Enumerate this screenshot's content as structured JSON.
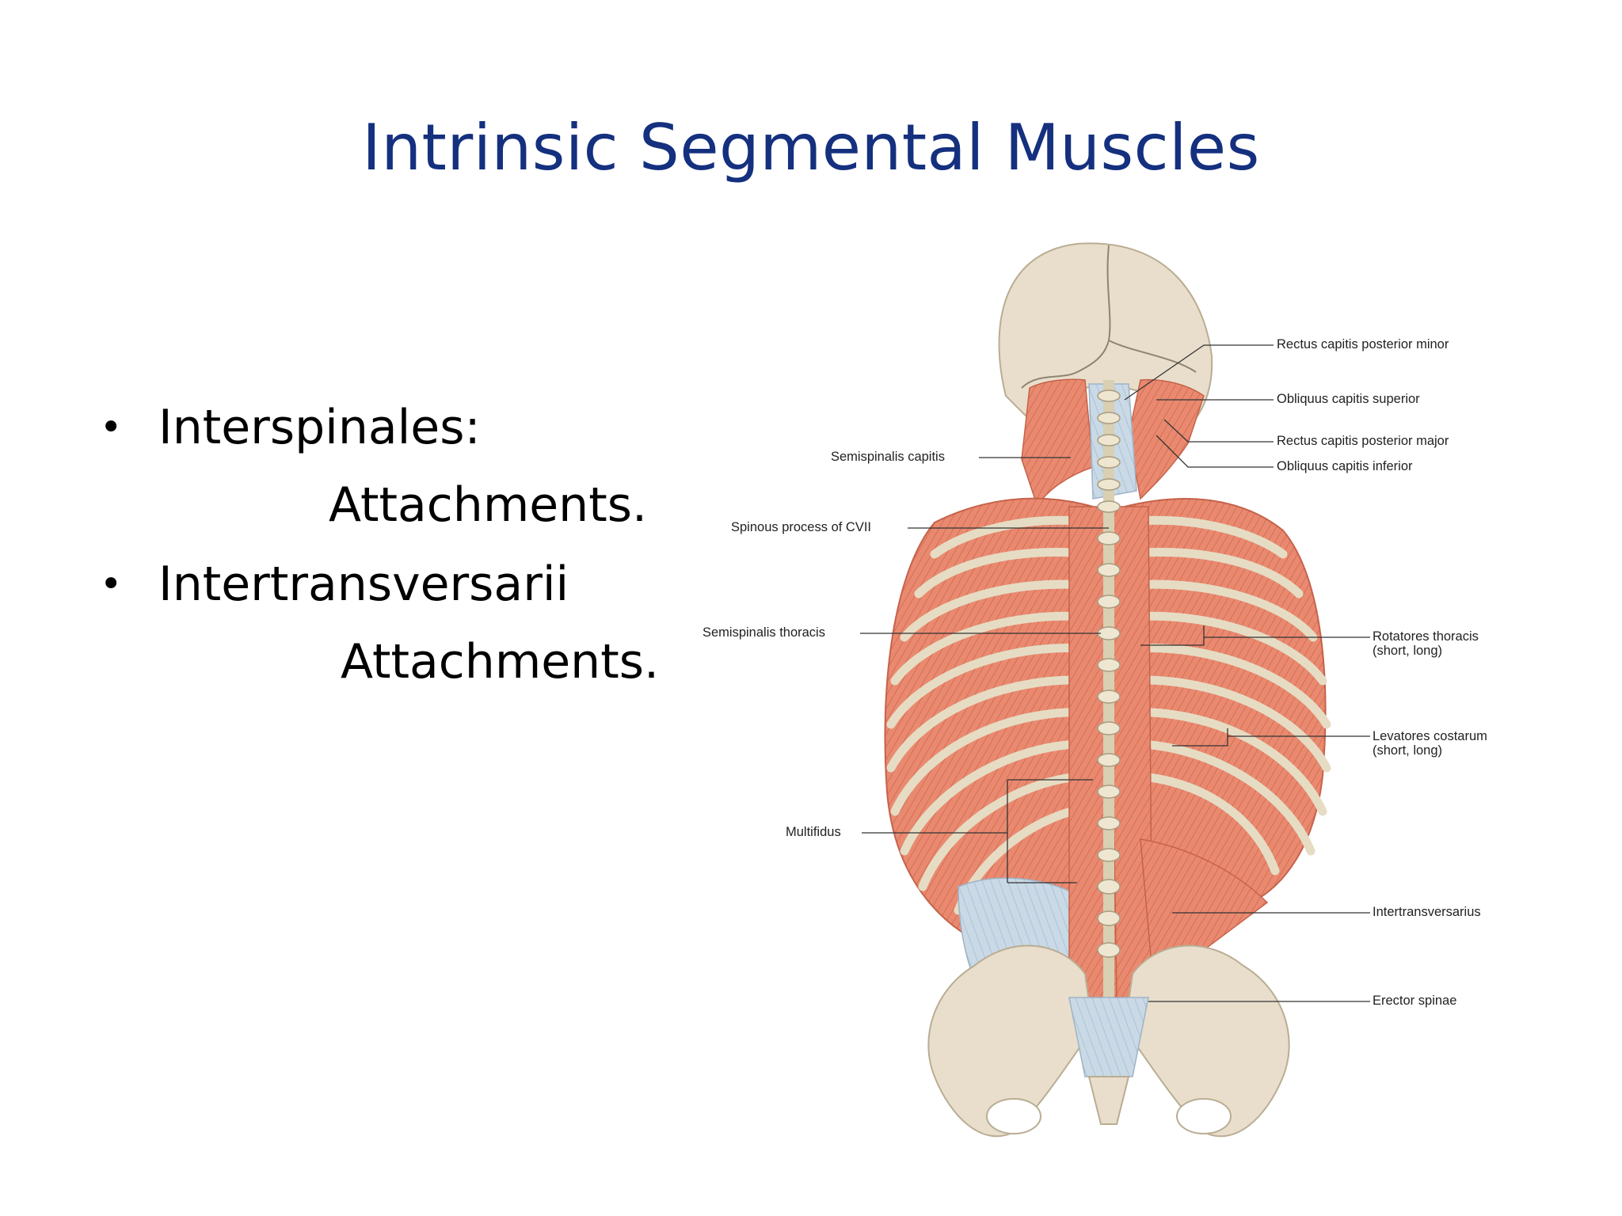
{
  "slide": {
    "title": "Intrinsic Segmental Muscles"
  },
  "bullets": [
    {
      "label": "Interspinales:",
      "sub": "Attachments."
    },
    {
      "label": "Intertransversarii",
      "sub": "Attachments."
    }
  ],
  "bullet_symbol": "•",
  "figure": {
    "left_labels": {
      "semispinalis_capitis": "Semispinalis capitis",
      "spinous_process": "Spinous process of CVII",
      "semispinalis_thoracis": "Semispinalis thoracis",
      "multifidus": "Multifidus"
    },
    "right_labels": {
      "rectus_minor": "Rectus capitis posterior minor",
      "obliquus_superior": "Obliquus capitis superior",
      "rectus_major": "Rectus capitis posterior major",
      "obliquus_inferior": "Obliquus capitis inferior",
      "rotatores_1": "Rotatores thoracis",
      "rotatores_2": "(short, long)",
      "levatores_1": "Levatores costarum",
      "levatores_2": "(short, long)",
      "intertransversarius": "Intertransversarius",
      "erector_spinae": "Erector spinae"
    },
    "colors": {
      "title": "#14307e",
      "bone": "#e6dcc4",
      "muscle": "#e98a70",
      "fascia": "#c7d8e6"
    }
  }
}
